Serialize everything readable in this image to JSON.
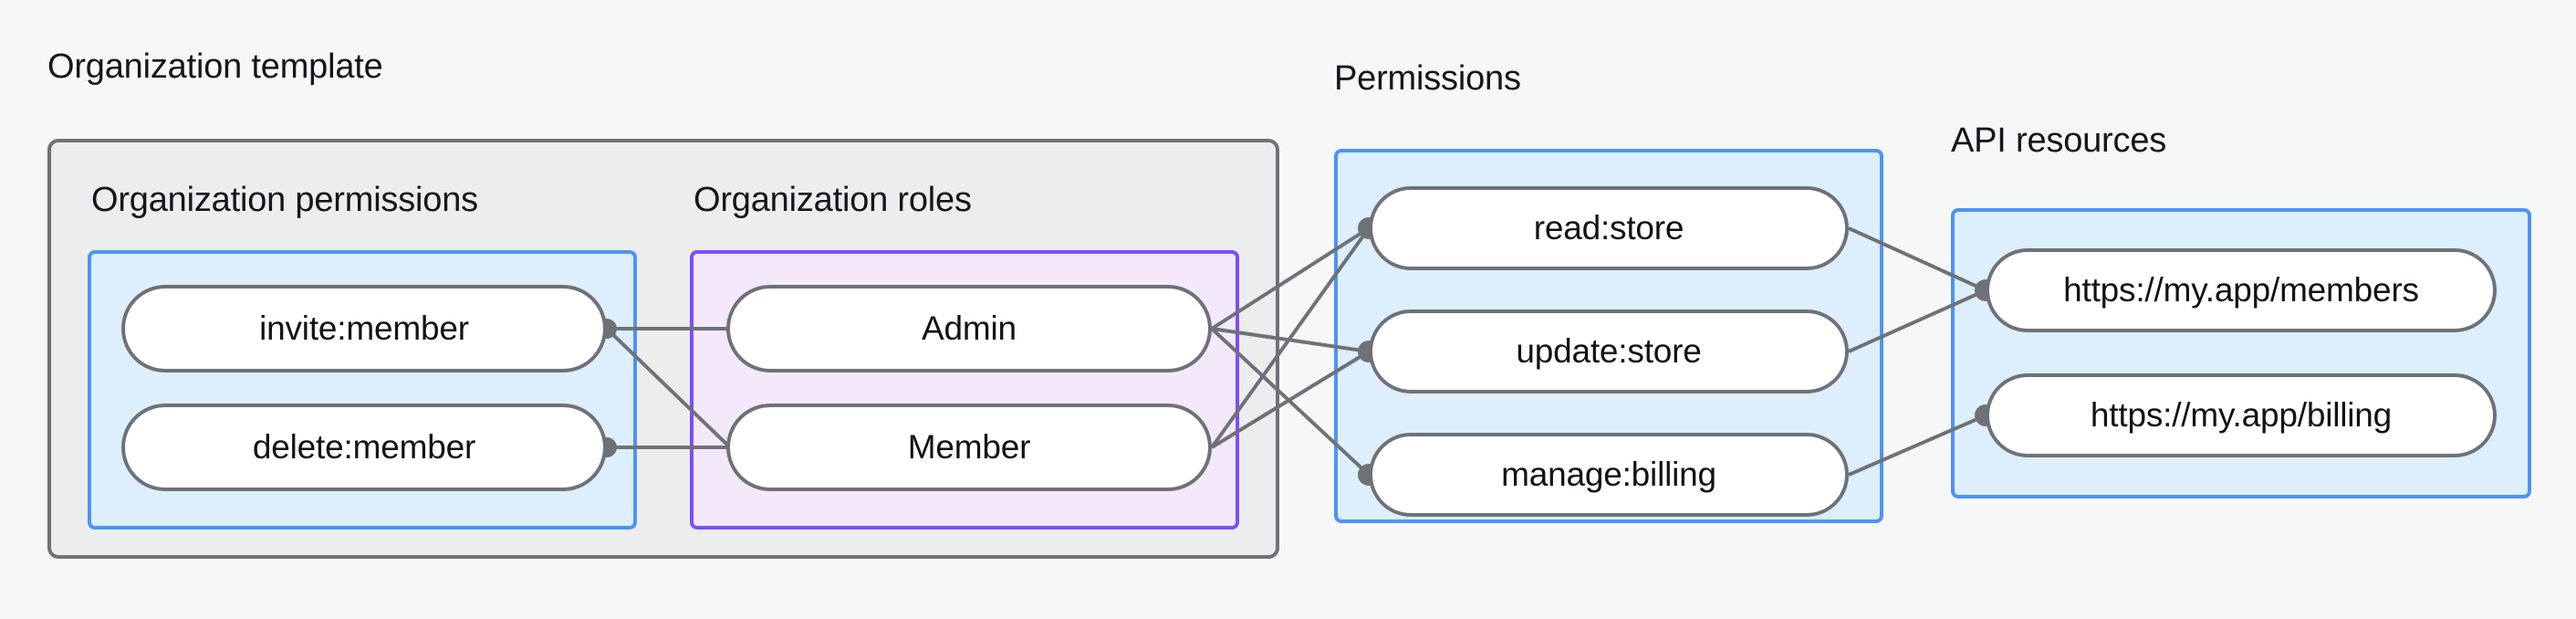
{
  "diagram": {
    "title_organization_template": "Organization template",
    "title_permissions": "Permissions",
    "title_api_resources": "API resources",
    "subtitle_organization_permissions": "Organization permissions",
    "subtitle_organization_roles": "Organization roles",
    "colors": {
      "page_background": "#f6f8f8",
      "outer_container_fill": "#eceeed",
      "outer_container_border": "#6e7276",
      "blue_group_fill": "#ddeefc",
      "blue_group_border": "#4d93f5",
      "purple_group_fill": "#f3e9fb",
      "purple_group_border": "#7c4dff",
      "node_fill": "#ffffff",
      "node_border": "#6e7276",
      "edge_stroke": "#6e7276",
      "text": "#101316"
    },
    "nodes": {
      "organization_permissions": [
        {
          "id": "invite-member",
          "label": "invite:member"
        },
        {
          "id": "delete-member",
          "label": "delete:member"
        }
      ],
      "organization_roles": [
        {
          "id": "admin",
          "label": "Admin"
        },
        {
          "id": "member",
          "label": "Member"
        }
      ],
      "permissions": [
        {
          "id": "read-store",
          "label": "read:store"
        },
        {
          "id": "update-store",
          "label": "update:store"
        },
        {
          "id": "manage-billing",
          "label": "manage:billing"
        }
      ],
      "api_resources": [
        {
          "id": "members-url",
          "label": "https://my.app/members"
        },
        {
          "id": "billing-url",
          "label": "https://my.app/billing"
        }
      ]
    },
    "edges": [
      {
        "from": "invite-member",
        "to": "admin"
      },
      {
        "from": "invite-member",
        "to": "member"
      },
      {
        "from": "delete-member",
        "to": "member"
      },
      {
        "from": "admin",
        "to": "read-store"
      },
      {
        "from": "admin",
        "to": "update-store"
      },
      {
        "from": "admin",
        "to": "manage-billing"
      },
      {
        "from": "member",
        "to": "read-store"
      },
      {
        "from": "member",
        "to": "update-store"
      },
      {
        "from": "read-store",
        "to": "members-url"
      },
      {
        "from": "update-store",
        "to": "members-url"
      },
      {
        "from": "manage-billing",
        "to": "billing-url"
      }
    ]
  }
}
